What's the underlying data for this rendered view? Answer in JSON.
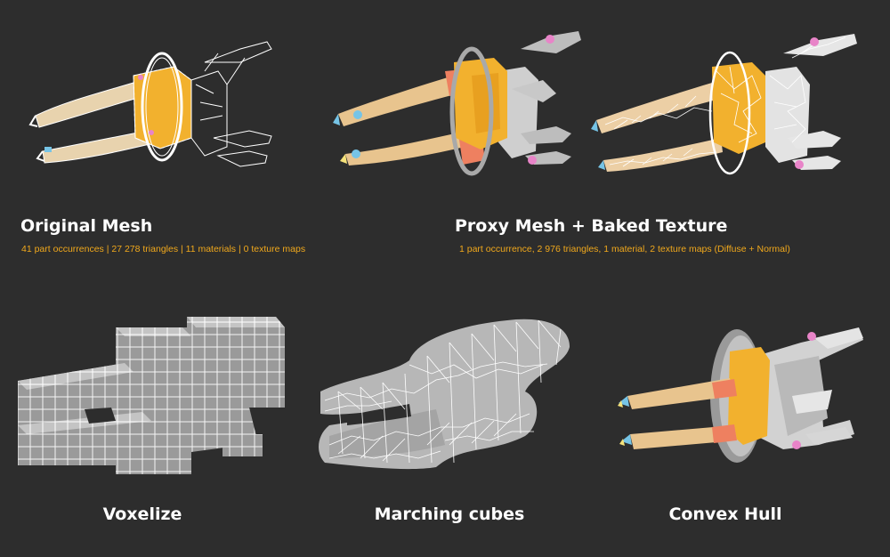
{
  "panels": {
    "original": {
      "title": "Original Mesh",
      "stats": "41 part occurrences  |  27 278 triangles  |  11 materials  |  0 texture maps"
    },
    "proxy": {
      "title": "Proxy Mesh + Baked Texture",
      "stats": "1 part occurrence, 2 976 triangles, 1 material, 2 texture maps (Diffuse + Normal)"
    },
    "voxelize": {
      "title": "Voxelize"
    },
    "marching": {
      "title": "Marching cubes"
    },
    "hull": {
      "title": "Convex Hull"
    }
  },
  "colors": {
    "background": "#2d2d2d",
    "accent": "#f0a81c",
    "body_orange": "#f2b12e",
    "arm_beige": "#e8c48e",
    "joint_salmon": "#ee8060",
    "tip_blue": "#76c4e6",
    "tip_pink": "#e884c8",
    "grey": "#bdbdbd"
  }
}
